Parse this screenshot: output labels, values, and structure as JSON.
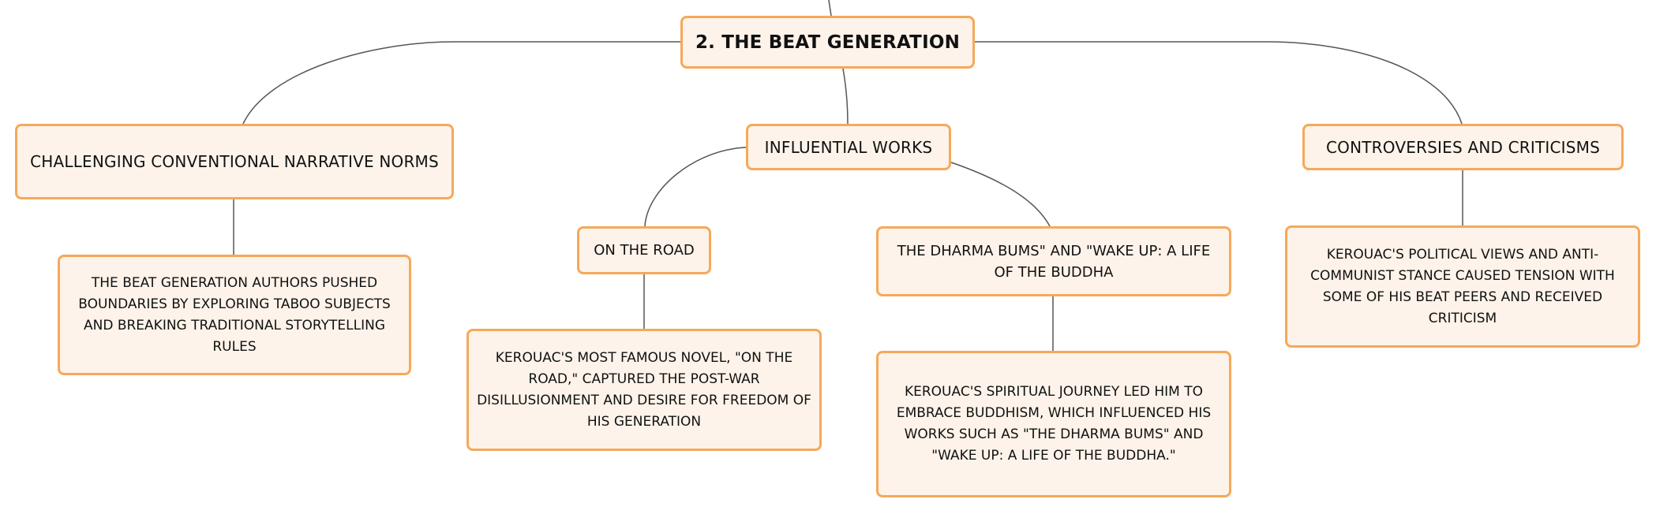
{
  "diagram": {
    "root": {
      "label": "2. THE BEAT GENERATION"
    },
    "branches": [
      {
        "label": "CHALLENGING CONVENTIONAL NARRATIVE NORMS",
        "detail": "THE BEAT GENERATION AUTHORS PUSHED BOUNDARIES BY EXPLORING TABOO SUBJECTS AND BREAKING TRADITIONAL STORYTELLING RULES"
      },
      {
        "label": "INFLUENTIAL WORKS",
        "children": [
          {
            "label": "ON THE ROAD",
            "detail": "KEROUAC'S MOST FAMOUS NOVEL, \"ON THE ROAD,\" CAPTURED THE POST-WAR DISILLUSIONMENT AND DESIRE FOR FREEDOM OF HIS GENERATION"
          },
          {
            "label": "THE DHARMA BUMS\" AND \"WAKE UP: A LIFE OF THE BUDDHA",
            "detail": "KEROUAC'S SPIRITUAL JOURNEY LED HIM TO EMBRACE BUDDHISM, WHICH INFLUENCED HIS WORKS SUCH AS \"THE DHARMA BUMS\" AND \"WAKE UP: A LIFE OF THE BUDDHA.\""
          }
        ]
      },
      {
        "label": "CONTROVERSIES AND CRITICISMS",
        "detail": "KEROUAC'S POLITICAL VIEWS AND ANTI-COMMUNIST STANCE CAUSED TENSION WITH SOME OF HIS BEAT PEERS AND RECEIVED CRITICISM"
      }
    ]
  },
  "colors": {
    "node_fill": "#fdf3ea",
    "node_border": "#f5a95a",
    "connector": "#555555",
    "text": "#111111"
  }
}
